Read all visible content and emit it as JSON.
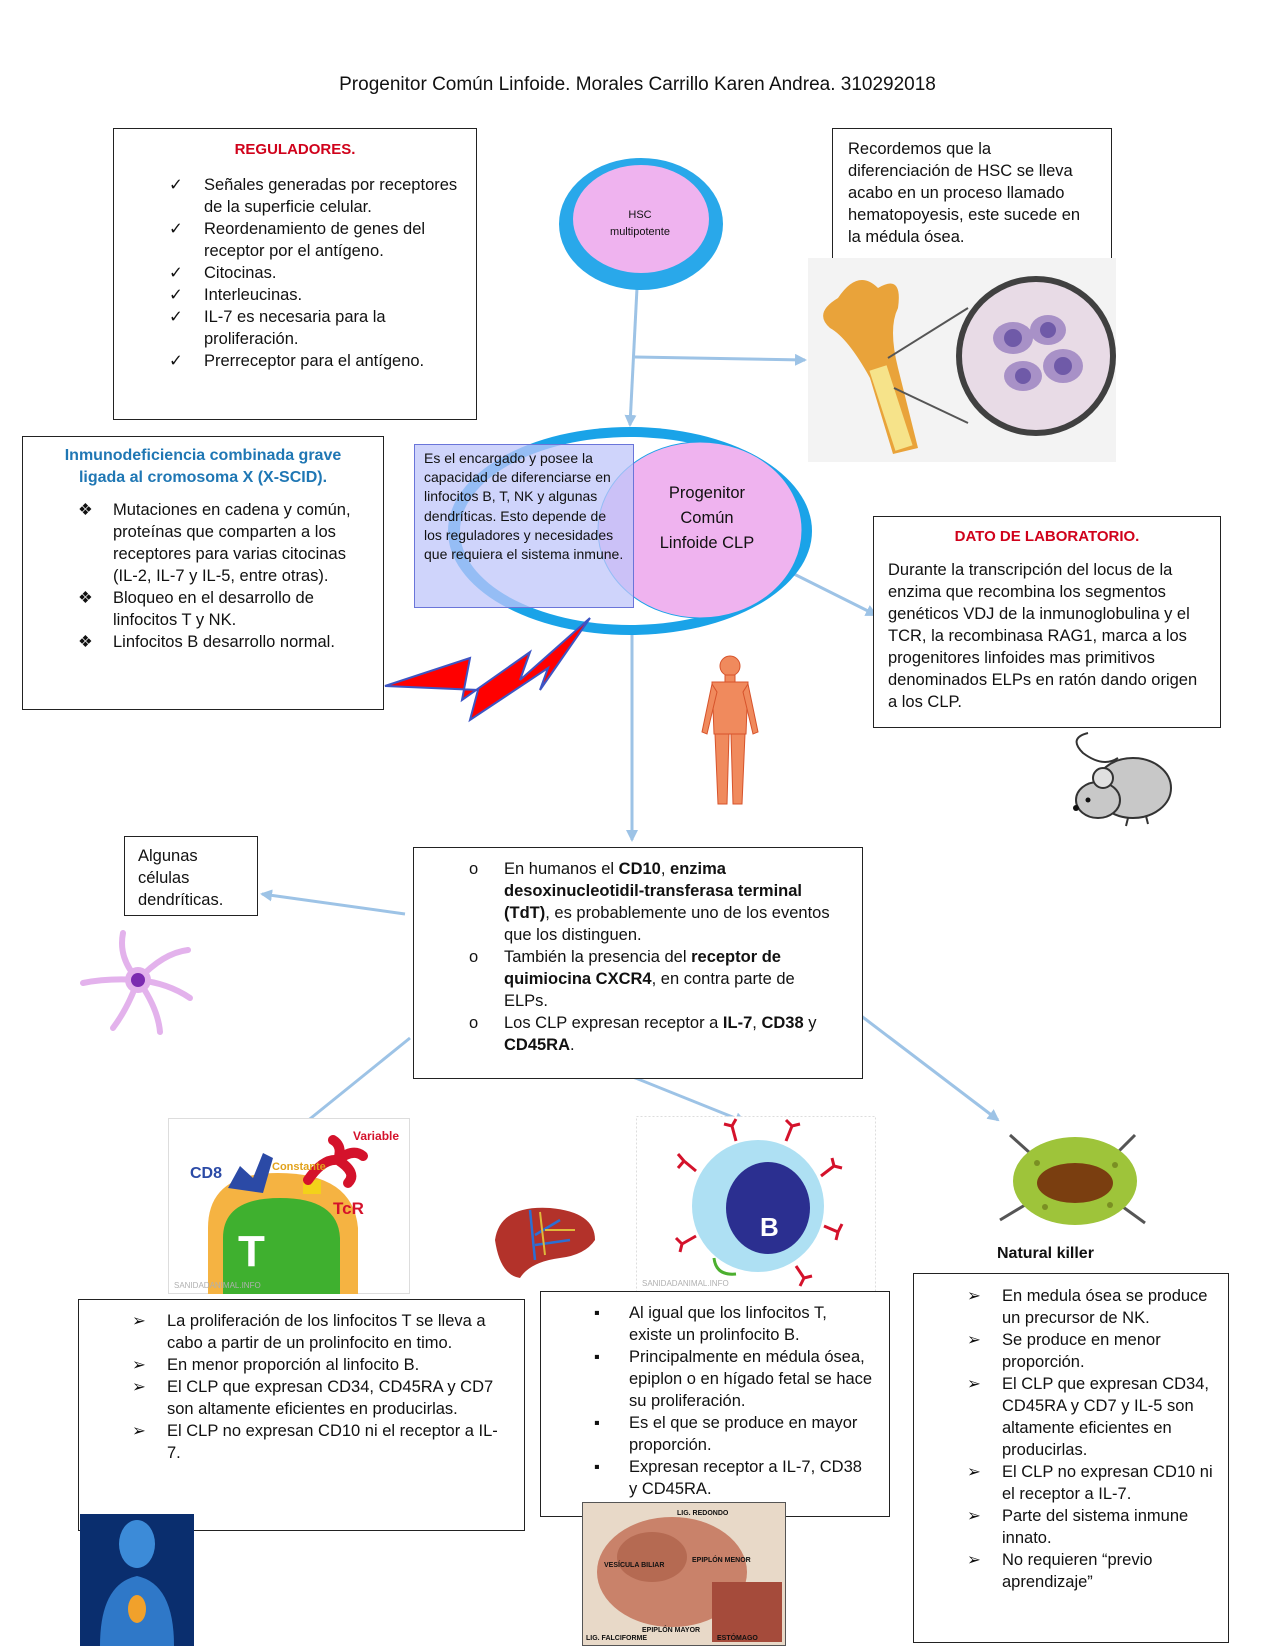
{
  "title": "Progenitor Común Linfoide. Morales Carrillo Karen Andrea. 310292018",
  "reguladores": {
    "heading": "REGULADORES.",
    "items": [
      "Señales generadas por receptores de la superficie celular.",
      "Reordenamiento de genes del receptor por el antígeno.",
      "Citocinas.",
      "Interleucinas.",
      "IL-7 es necesaria para la proliferación.",
      "Prerreceptor para el antígeno."
    ]
  },
  "hsc": {
    "label_line1": "HSC",
    "label_line2": "multipotente"
  },
  "recordemos": {
    "text": "Recordemos que la diferenciación de HSC se lleva acabo en un proceso llamado hematopoyesis, este sucede en la médula ósea."
  },
  "xscid": {
    "heading": "Inmunodeficiencia combinada grave ligada al cromosoma X (X-SCID).",
    "items": [
      "Mutaciones en cadena y común, proteínas que comparten a los receptores para varias citocinas (IL-2, IL-7 y IL-5, entre otras).",
      "Bloqueo en el desarrollo de linfocitos T y NK.",
      "Linfocitos B desarrollo normal."
    ]
  },
  "clp": {
    "label_line1": "Progenitor",
    "label_line2": "Común",
    "label_line3": "Linfoide CLP",
    "desc": "Es el encargado y posee la capacidad de diferenciarse en linfocitos B, T, NK y algunas dendríticas. Esto depende de los reguladores y necesidades que requiera el sistema inmune."
  },
  "lab": {
    "heading": "DATO DE LABORATORIO.",
    "text": "Durante la transcripción del locus de la enzima que recombina los segmentos genéticos VDJ de la inmunoglobulina y el TCR, la recombinasa RAG1, marca a los progenitores linfoides mas primitivos denominados ELPs en ratón dando origen a los CLP."
  },
  "dendritic": {
    "text": "Algunas células dendríticas."
  },
  "center": {
    "i1_a": "En humanos el ",
    "i1_b": "CD10",
    "i1_c": ", ",
    "i1_d": "enzima desoxinucleotidil-transferasa terminal (TdT)",
    "i1_e": ", es probablemente uno de los eventos que los distinguen.",
    "i2_a": "También la presencia del ",
    "i2_b": "receptor de quimiocina CXCR4",
    "i2_c": ", en contra parte de ELPs.",
    "i3_a": "Los CLP expresan receptor a ",
    "i3_b": "IL-7",
    "i3_c": ", ",
    "i3_d": "CD38",
    "i3_e": " y ",
    "i3_f": "CD45RA",
    "i3_g": "."
  },
  "tcell_img": {
    "cd8": "CD8",
    "constante": "Constante",
    "variable": "Variable",
    "tcr": "TcR",
    "t": "T",
    "watermark": "SANIDADANIMAL.INFO"
  },
  "bcell_img": {
    "b": "B",
    "watermark": "SANIDADANIMAL.INFO"
  },
  "nk_img": {
    "caption": "Natural killer"
  },
  "tbox": {
    "items": [
      "La proliferación de los linfocitos T se lleva a cabo a partir de un prolinfocito en timo.",
      "En menor proporción al linfocito B.",
      "El CLP que expresan CD34, CD45RA y CD7 son altamente eficientes en producirlas.",
      "El CLP no expresan CD10 ni el receptor a IL-7."
    ]
  },
  "bbox": {
    "items": [
      "Al igual que los linfocitos T, existe un prolinfocito B.",
      "Principalmente en médula ósea, epiplon o en hígado fetal se hace su proliferación.",
      "Es el que se produce en mayor proporción.",
      "Expresan receptor a IL-7, CD38 y CD45RA."
    ]
  },
  "nkbox": {
    "items": [
      "En medula ósea se produce un precursor de NK.",
      "Se produce en menor proporción.",
      "El CLP que expresan CD34, CD45RA y CD7 y IL-5 son altamente eficientes en producirlas.",
      "El CLP no expresan CD10 ni el receptor a IL-7.",
      "Parte del sistema inmune innato.",
      "No requieren “previo aprendizaje”"
    ]
  },
  "epiplon_img": {
    "l1": "LIG. REDONDO",
    "l2": "EPIPLÓN MENOR",
    "l3": "VESÍCULA BILIAR",
    "l4": "EPIPLÓN MAYOR",
    "l5": "LIG. FALCIFORME",
    "l6": "ESTÓMAGO"
  },
  "colors": {
    "red_heading": "#d0021b",
    "blue_heading": "#1f77b4",
    "arrow": "#9dc3e6",
    "ellipse_blue": "#1aa3e8",
    "ellipse_pink": "#efb3ef"
  }
}
